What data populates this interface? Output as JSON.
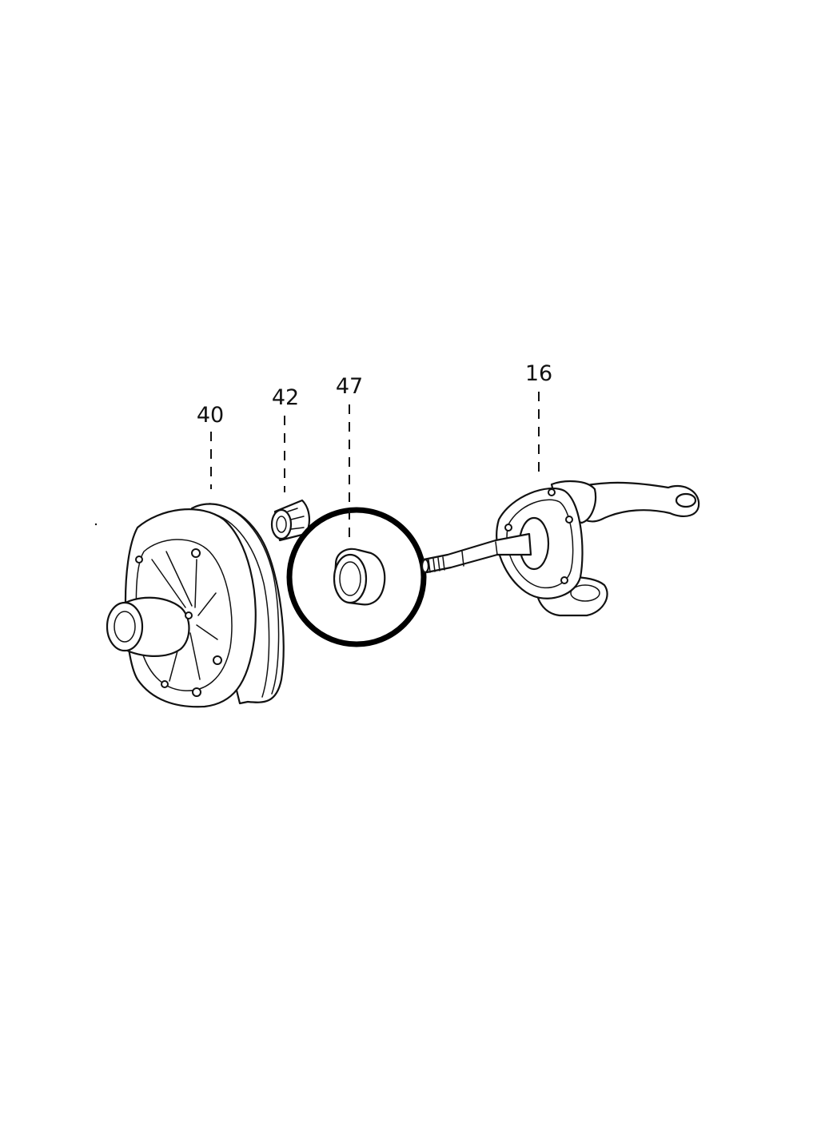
{
  "callouts": {
    "brake_drum": "40",
    "bearing": "42",
    "seal": "47",
    "steering_knuckle": "16"
  },
  "highlighted_part": "47",
  "colors": {
    "ink": "#111111",
    "background": "#ffffff"
  }
}
